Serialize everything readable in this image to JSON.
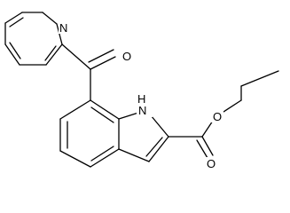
{
  "molecule": {
    "atoms": {
      "pyridine_n": "N",
      "ketone_o": "O",
      "indole_nh": "H",
      "indole_n": "N",
      "ester_o_single": "O",
      "ester_o_double": "O"
    }
  }
}
